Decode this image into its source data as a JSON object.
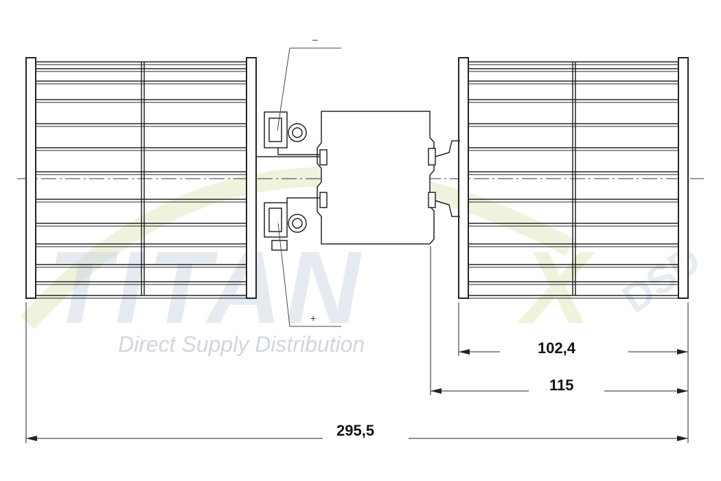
{
  "watermark": {
    "brand": "TITAN",
    "brand_x": "X",
    "brand_suffix": "DSD",
    "tagline": "Direct Supply Distribution"
  },
  "polarity": {
    "negative": "–",
    "positive": "+"
  },
  "dimensions": {
    "wheel_width": "102,4",
    "motor_to_end": "115",
    "overall_length": "295,5"
  },
  "colors": {
    "line": "#222222",
    "watermark_blue": "#c9d3e4",
    "watermark_green": "#dfe8b8"
  }
}
